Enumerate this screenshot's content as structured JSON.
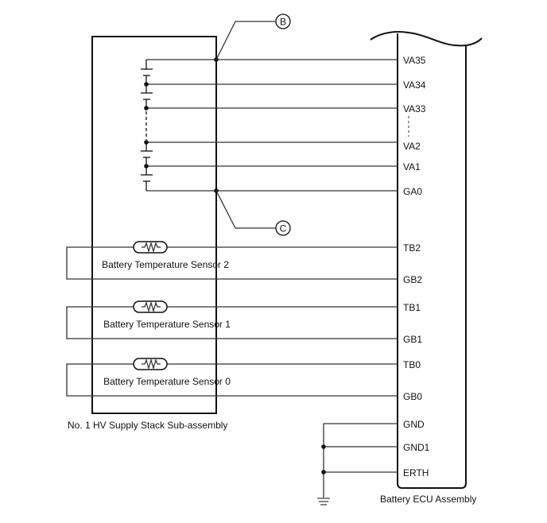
{
  "callouts": {
    "b": "B",
    "c": "C"
  },
  "stack": {
    "label": "No. 1 HV Supply Stack Sub-assembly",
    "sensors": [
      "Battery Temperature Sensor 2",
      "Battery Temperature Sensor 1",
      "Battery Temperature Sensor 0"
    ]
  },
  "ecu": {
    "label": "Battery ECU Assembly",
    "terminals": [
      "VA35",
      "VA34",
      "VA33",
      "VA2",
      "VA1",
      "GA0",
      "TB2",
      "GB2",
      "TB1",
      "GB1",
      "TB0",
      "GB0",
      "GND",
      "GND1",
      "ERTH"
    ]
  }
}
